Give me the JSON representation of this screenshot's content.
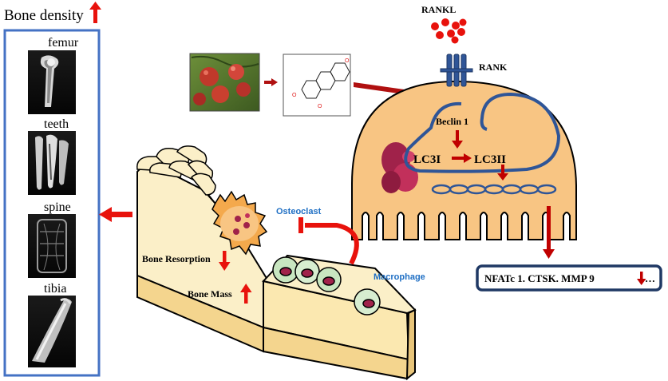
{
  "left_panel": {
    "title": "Bone density",
    "bones": [
      {
        "label": "femur"
      },
      {
        "label": "teeth"
      },
      {
        "label": "spine"
      },
      {
        "label": "tibia"
      }
    ]
  },
  "center": {
    "osteoclast_label": "Osteoclast",
    "macrophage_label": "Macrophage",
    "bone_resorption_label": "Bone Resorption",
    "bone_mass_label": "Bone Mass"
  },
  "cell": {
    "rankl_label": "RANKL",
    "rank_label": "RANK",
    "beclin_label": "Beclin 1",
    "lc3i_label": "LC3I",
    "lc3ii_label": "LC3II"
  },
  "output_box": {
    "text": "NFATc 1. CTSK. MMP 9"
  },
  "colors": {
    "frame_blue": "#4472C4",
    "arrow_red": "#E8120C",
    "dark_red": "#B01010",
    "cell_orange": "#F8C583",
    "navy": "#1F3864",
    "label_blue": "#1F6FC4"
  }
}
